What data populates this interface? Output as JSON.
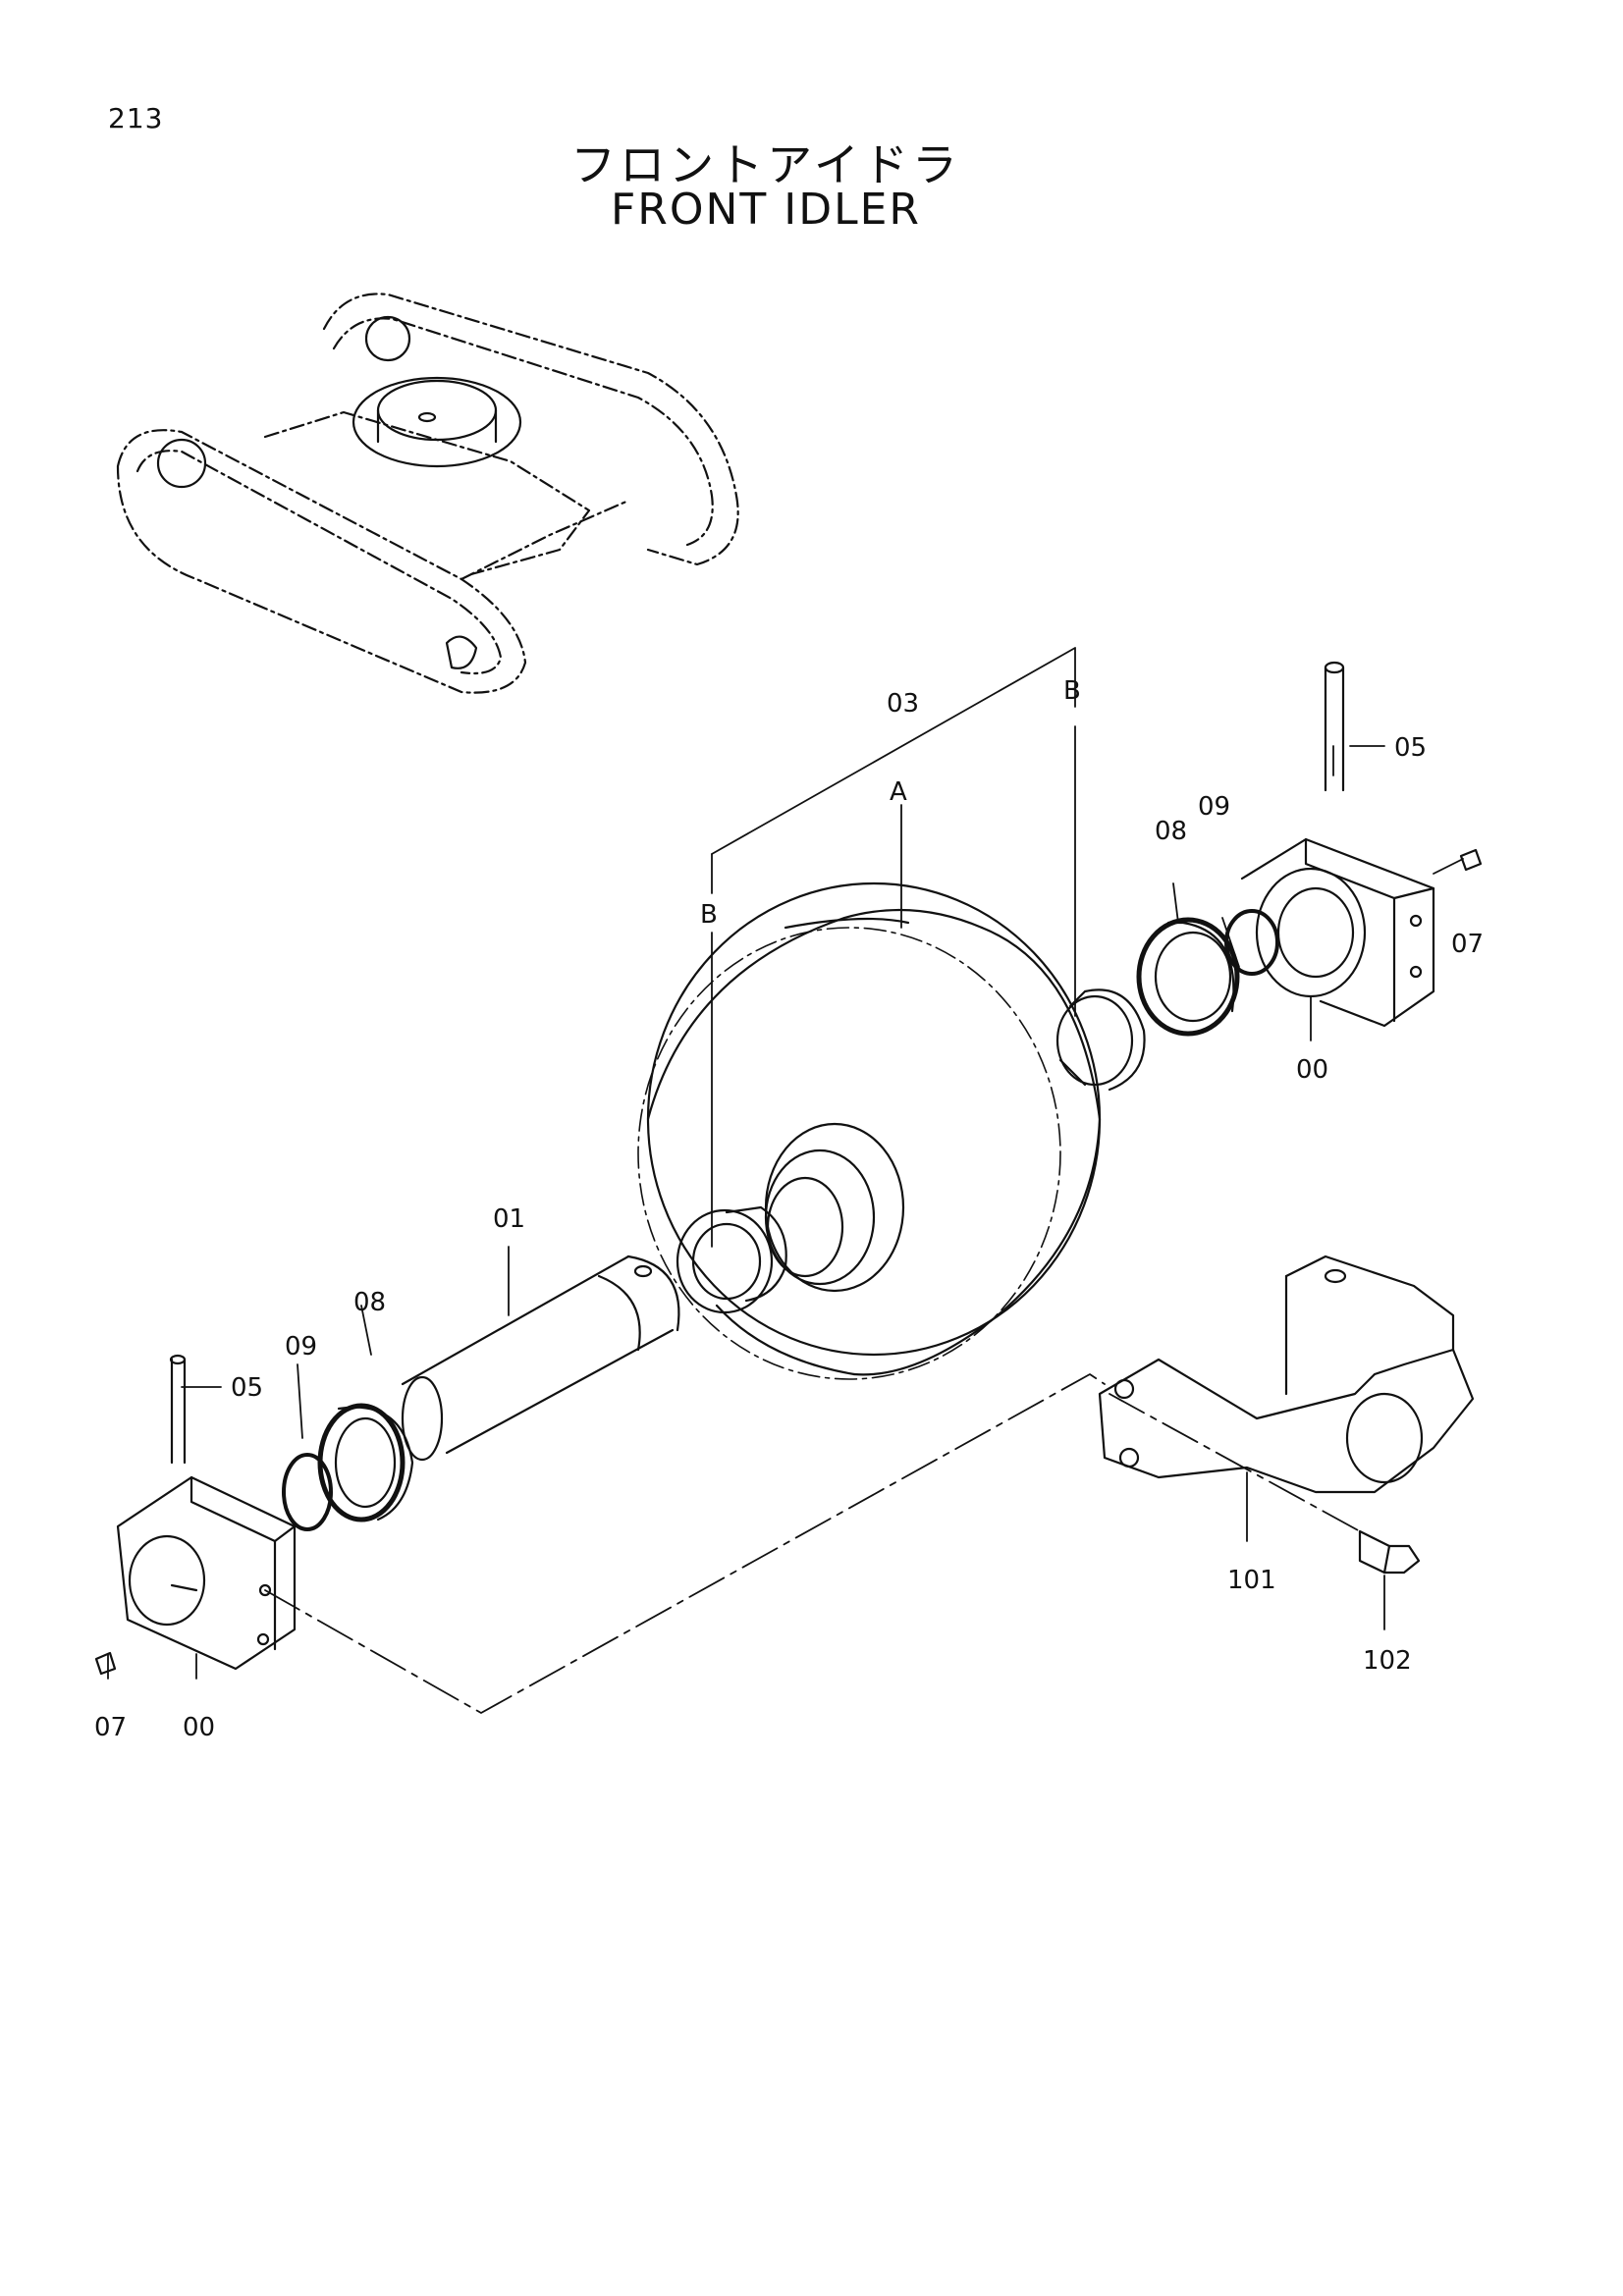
{
  "page_number": "213",
  "title_jp": "フロントアイドラ",
  "title_en": "FRONT IDLER",
  "callouts": {
    "c03": "03",
    "cA": "A",
    "cB_top": "B",
    "cB_left": "B",
    "c05_right": "05",
    "c09_right": "09",
    "c08_right": "08",
    "c07_right": "07",
    "c00_right": "00",
    "c01": "01",
    "c08_left": "08",
    "c09_left": "09",
    "c05_left": "05",
    "c07_left": "07",
    "c00_left": "00",
    "c101": "101",
    "c102": "102"
  }
}
